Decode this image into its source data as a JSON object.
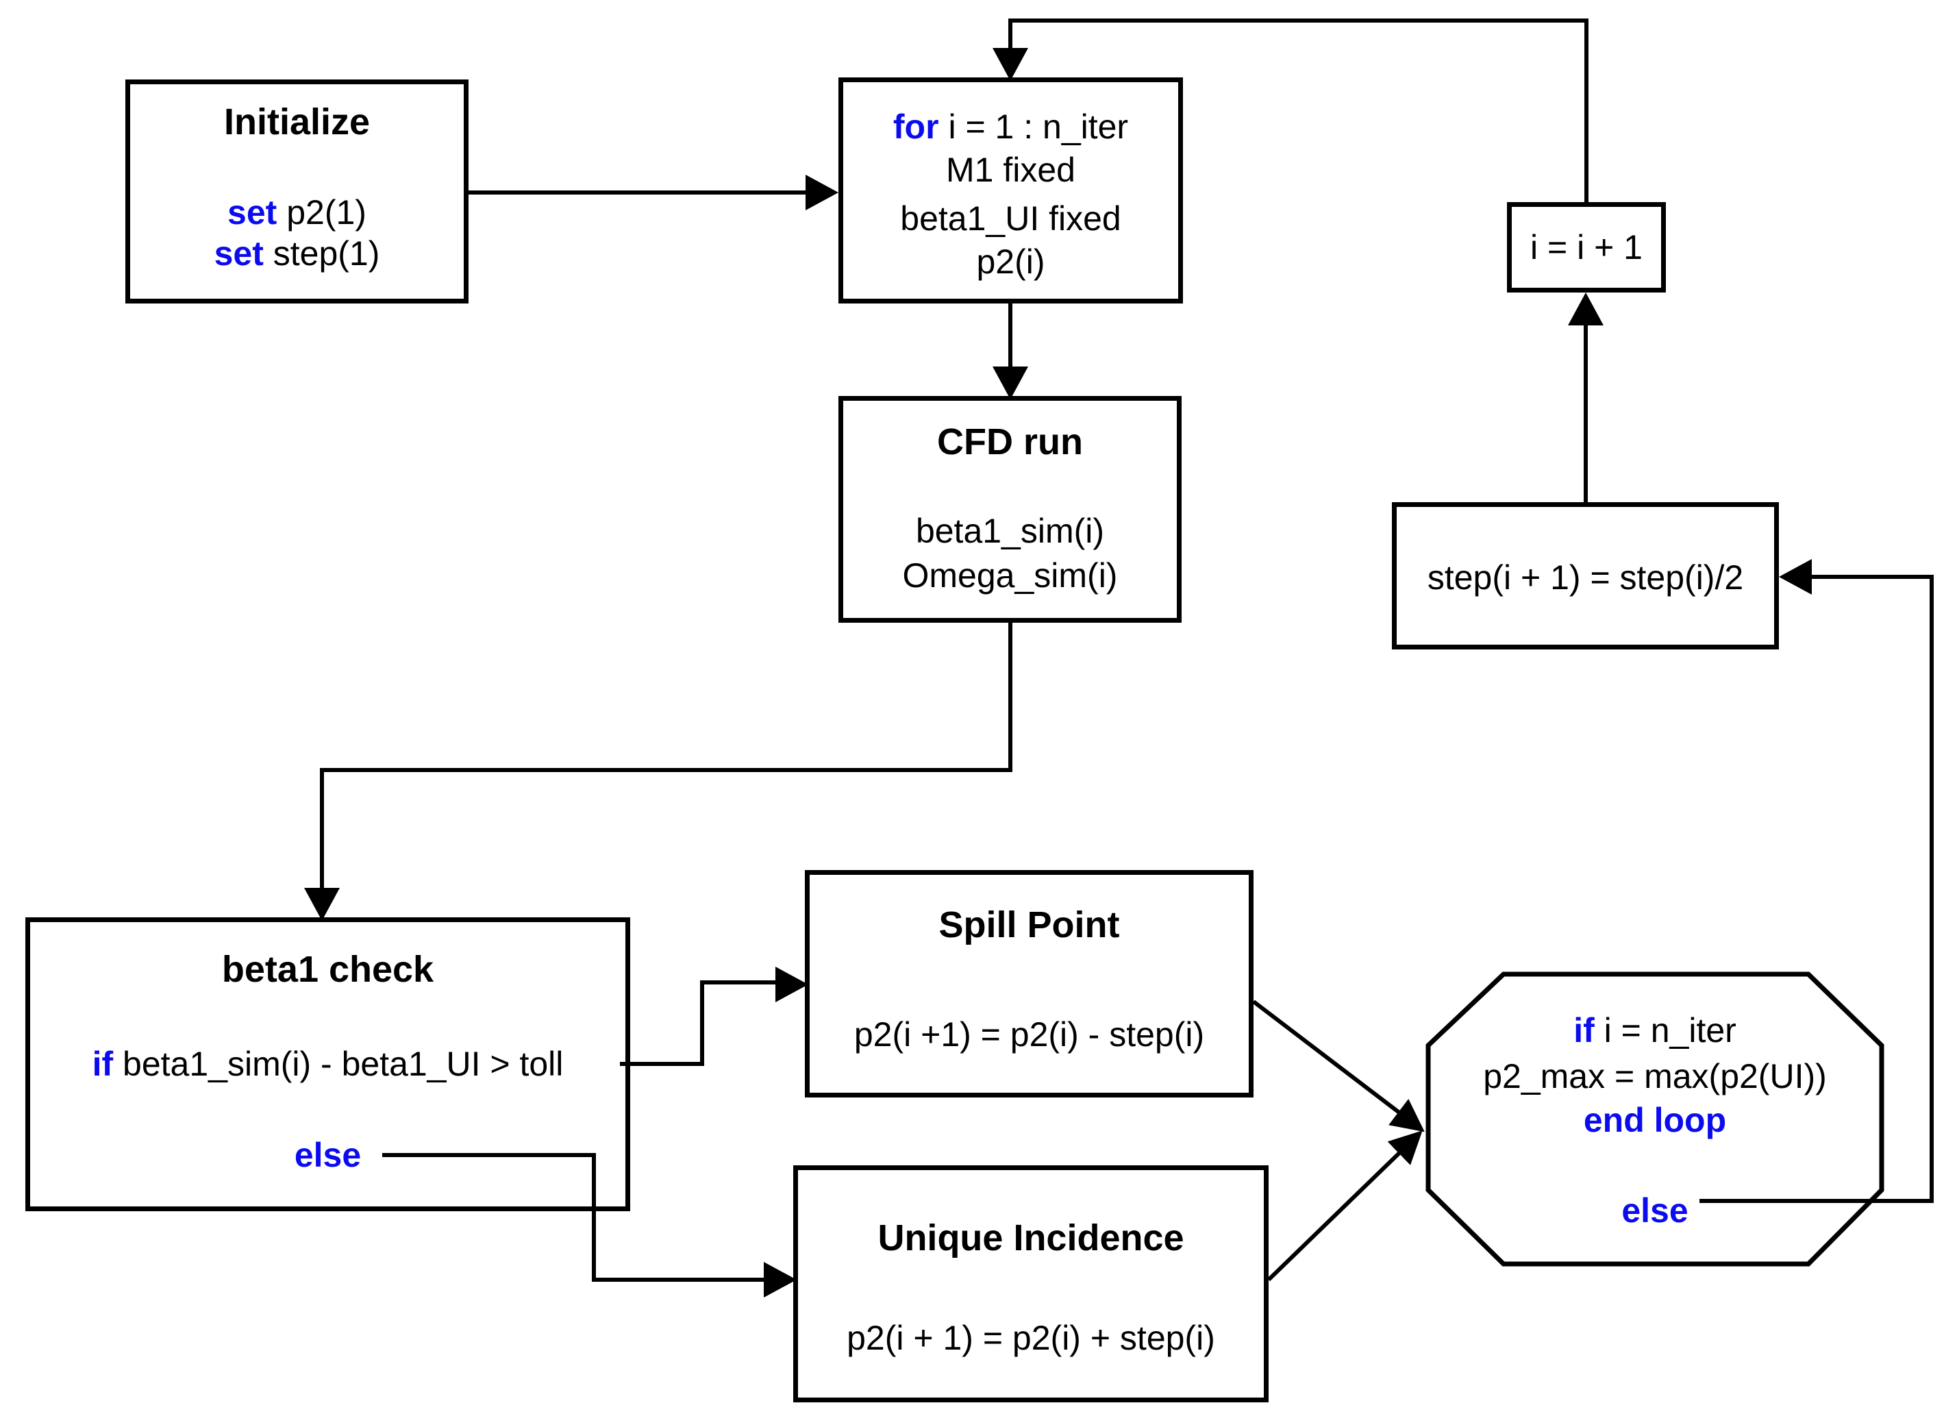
{
  "colors": {
    "keyword_blue": "#0b0bf0",
    "line_and_text": "#000000",
    "background": "#ffffff"
  },
  "nodes": {
    "initialize": {
      "title": "Initialize",
      "lines": [
        {
          "kw": "set",
          "rest": " p2(1)"
        },
        {
          "kw": "set",
          "rest": " step(1)"
        }
      ]
    },
    "for_loop": {
      "lines": [
        {
          "kw": "for",
          "rest": " i = 1 : n_iter"
        },
        {
          "rest": "M1 fixed"
        },
        {
          "rest": "beta1_UI fixed"
        },
        {
          "rest": "p2(i)"
        }
      ]
    },
    "increment": {
      "lines": [
        {
          "rest": "i = i + 1"
        }
      ]
    },
    "cfd_run": {
      "title": "CFD run",
      "lines": [
        {
          "rest": "beta1_sim(i)"
        },
        {
          "rest": "Omega_sim(i)"
        }
      ]
    },
    "step_update": {
      "lines": [
        {
          "rest": "step(i + 1) = step(i)/2"
        }
      ]
    },
    "beta1_check": {
      "title": "beta1 check",
      "lines": [
        {
          "kw": "if",
          "rest": " beta1_sim(i) - beta1_UI > toll"
        },
        {
          "kw": "else",
          "rest": ""
        }
      ]
    },
    "spill_point": {
      "title": "Spill Point",
      "lines": [
        {
          "rest": "p2(i +1) = p2(i) - step(i)"
        }
      ]
    },
    "unique_incidence": {
      "title": "Unique Incidence",
      "lines": [
        {
          "rest": "p2(i + 1) = p2(i) + step(i)"
        }
      ]
    },
    "end_check": {
      "lines": [
        {
          "kw": "if",
          "rest": " i = n_iter"
        },
        {
          "rest": "p2_max = max(p2(UI))"
        },
        {
          "kw": "end loop",
          "rest": ""
        },
        {
          "kw": "else",
          "rest": ""
        }
      ]
    }
  }
}
